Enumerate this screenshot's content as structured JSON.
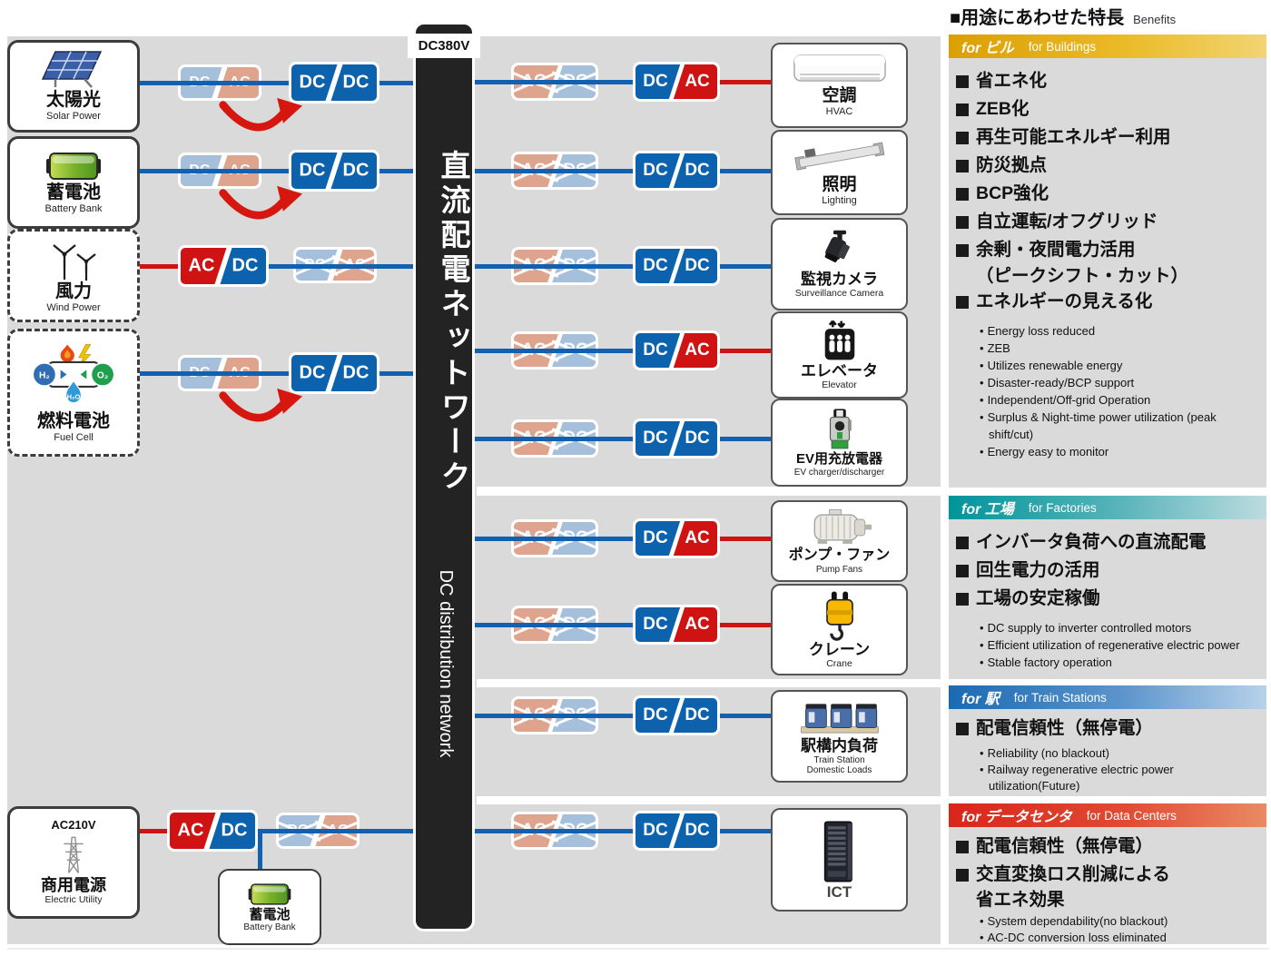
{
  "header": {
    "title_ja": "■用途にあわせた特長",
    "title_en": "Benefits"
  },
  "bus": {
    "voltage": "DC380V",
    "name_ja": "直流配電ネットワーク",
    "name_en": "DC distribution network"
  },
  "conv_labels": {
    "dc": "DC",
    "ac": "AC"
  },
  "colors": {
    "line_dc": "#1161b0",
    "line_ac": "#cd1414",
    "conv_dc": "#0d62ad",
    "conv_ac": "#cf1313",
    "faded_dc": "#a6c0dc",
    "faded_ac": "#dfa48e",
    "bus": "#232323"
  },
  "sources": {
    "solar": {
      "ja": "太陽光",
      "en": "Solar Power"
    },
    "battery": {
      "ja": "蓄電池",
      "en": "Battery Bank"
    },
    "wind": {
      "ja": "風力",
      "en": "Wind Power"
    },
    "fuel": {
      "ja": "燃料電池",
      "en": "Fuel Cell",
      "h2": "H₂",
      "o2": "O₂",
      "h2o": "H₂O"
    },
    "utility": {
      "ja": "商用電源",
      "en": "Electric Utility",
      "voltage": "AC210V"
    },
    "battery2": {
      "ja": "蓄電池",
      "en": "Battery Bank"
    }
  },
  "loads": {
    "hvac": {
      "ja": "空調",
      "en": "HVAC"
    },
    "lighting": {
      "ja": "照明",
      "en": "Lighting"
    },
    "camera": {
      "ja": "監視カメラ",
      "en": "Surveillance Camera"
    },
    "elevator": {
      "ja": "エレベータ",
      "en": "Elevator"
    },
    "ev": {
      "ja": "EV用充放電器",
      "en": "EV charger/discharger"
    },
    "pump": {
      "ja": "ポンプ・ファン",
      "en": "Pump Fans"
    },
    "crane": {
      "ja": "クレーン",
      "en": "Crane"
    },
    "train": {
      "ja": "駅構内負荷",
      "en1": "Train Station",
      "en2": "Domestic Loads"
    },
    "ict": {
      "en": "ICT"
    }
  },
  "benefits": {
    "buildings": {
      "tag": "for ビル",
      "tag_en": "for Buildings",
      "items": [
        {
          "text": "省エネ化"
        },
        {
          "text": "ZEB化"
        },
        {
          "text": "再生可能エネルギー利用"
        },
        {
          "text": "防災拠点"
        },
        {
          "text": "BCP強化"
        },
        {
          "text": "自立運転/オフグリッド"
        },
        {
          "text": "余剰・夜間電力活用",
          "sub": "（ピークシフト・カット）"
        },
        {
          "text": "エネルギーの見える化"
        }
      ],
      "notes": [
        "Energy loss reduced",
        "ZEB",
        "Utilizes renewable energy",
        "Disaster-ready/BCP support",
        "Independent/Off-grid Operation",
        "Surplus & Night-time power utilization (peak shift/cut)",
        "Energy easy to monitor"
      ]
    },
    "factories": {
      "tag": "for 工場",
      "tag_en": "for Factories",
      "items": [
        {
          "text": "インバータ負荷への直流配電"
        },
        {
          "text": "回生電力の活用"
        },
        {
          "text": "工場の安定稼働"
        }
      ],
      "notes": [
        "DC supply to inverter controlled motors",
        "Efficient utilization of regenerative electric power",
        "Stable factory operation"
      ]
    },
    "stations": {
      "tag": "for 駅",
      "tag_en": "for Train Stations",
      "items": [
        {
          "text": "配電信頼性（無停電）"
        }
      ],
      "notes": [
        "Reliability (no blackout)",
        "Railway regenerative electric power utilization(Future)"
      ]
    },
    "datacenters": {
      "tag": "for データセンタ",
      "tag_en": "for Data Centers",
      "items": [
        {
          "text": "配電信頼性（無停電）"
        },
        {
          "text": "交直変換ロス削減による",
          "sub": "省エネ効果"
        }
      ],
      "notes": [
        "System dependability(no blackout)",
        "AC-DC conversion loss eliminated"
      ]
    }
  }
}
